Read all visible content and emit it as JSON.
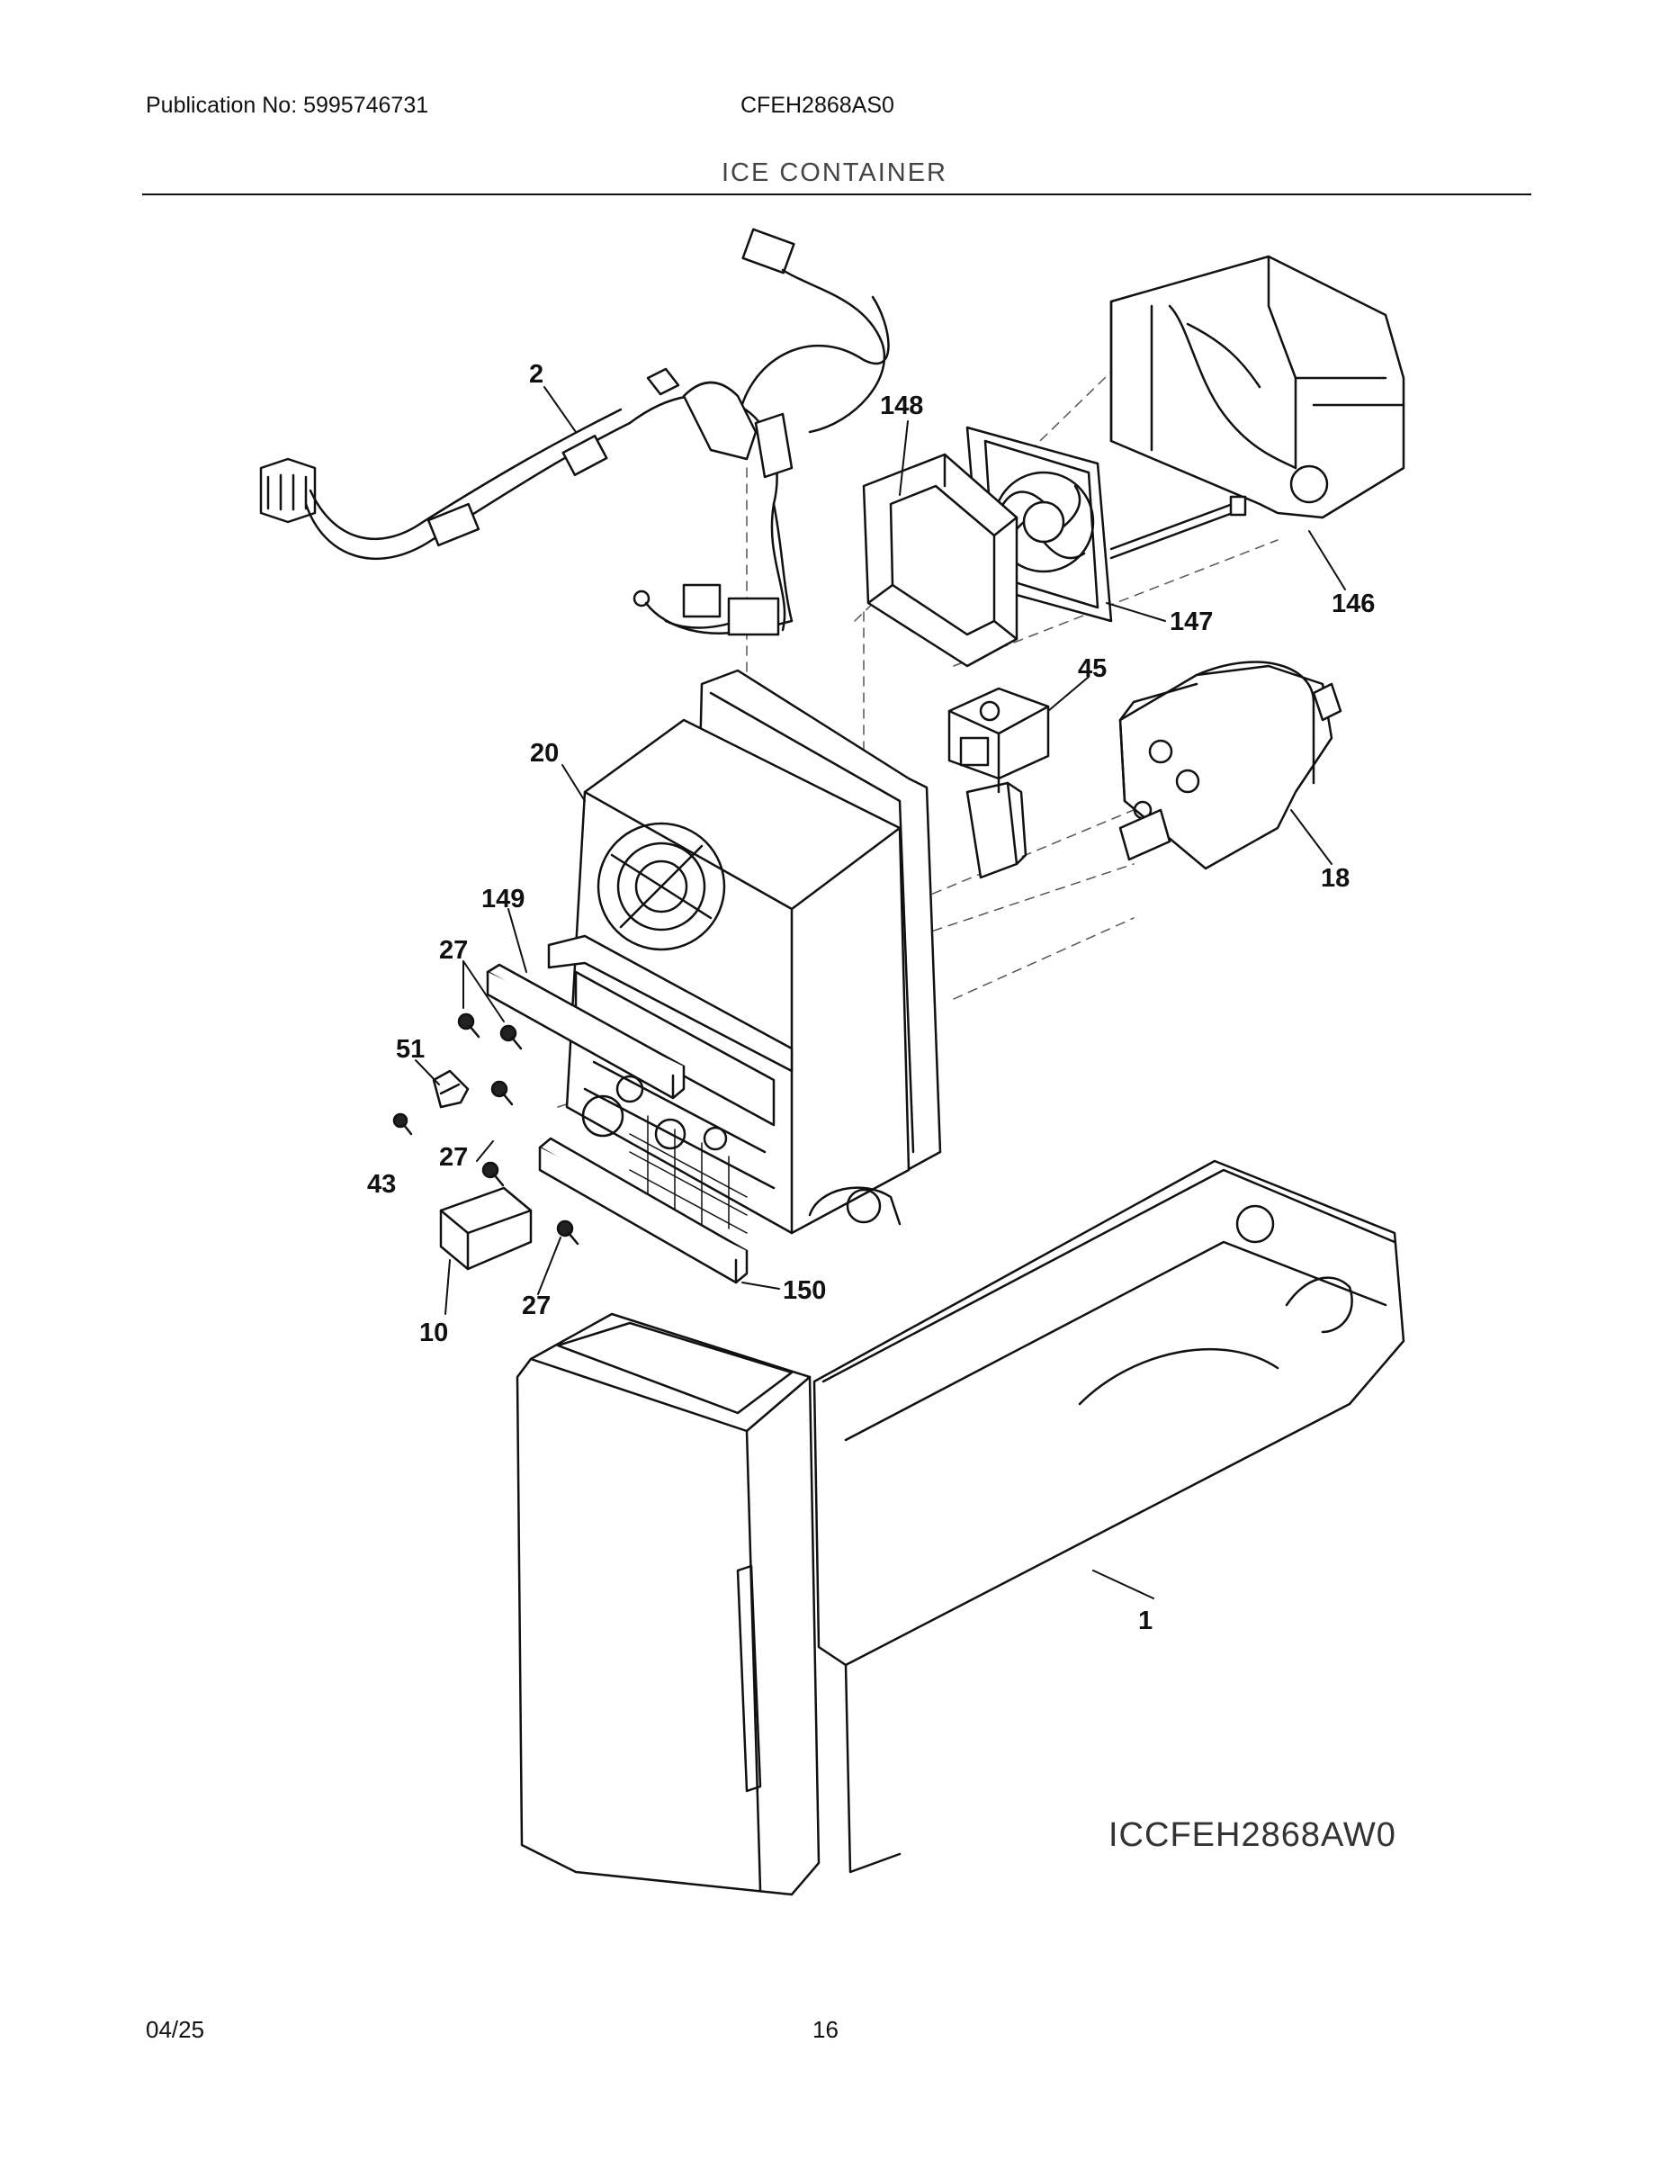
{
  "header": {
    "publication": "Publication No: 5995746731",
    "model": "CFEH2868AS0",
    "section_title": "ICE CONTAINER"
  },
  "diagram": {
    "id": "ICCFEH2868AW0",
    "callouts": {
      "c1": "1",
      "c2": "2",
      "c10": "10",
      "c18": "18",
      "c20": "20",
      "c27a": "27",
      "c27b": "27",
      "c27c": "27",
      "c43": "43",
      "c45": "45",
      "c51": "51",
      "c146": "146",
      "c147": "147",
      "c148": "148",
      "c149": "149",
      "c150": "150"
    }
  },
  "footer": {
    "date": "04/25",
    "page": "16"
  }
}
